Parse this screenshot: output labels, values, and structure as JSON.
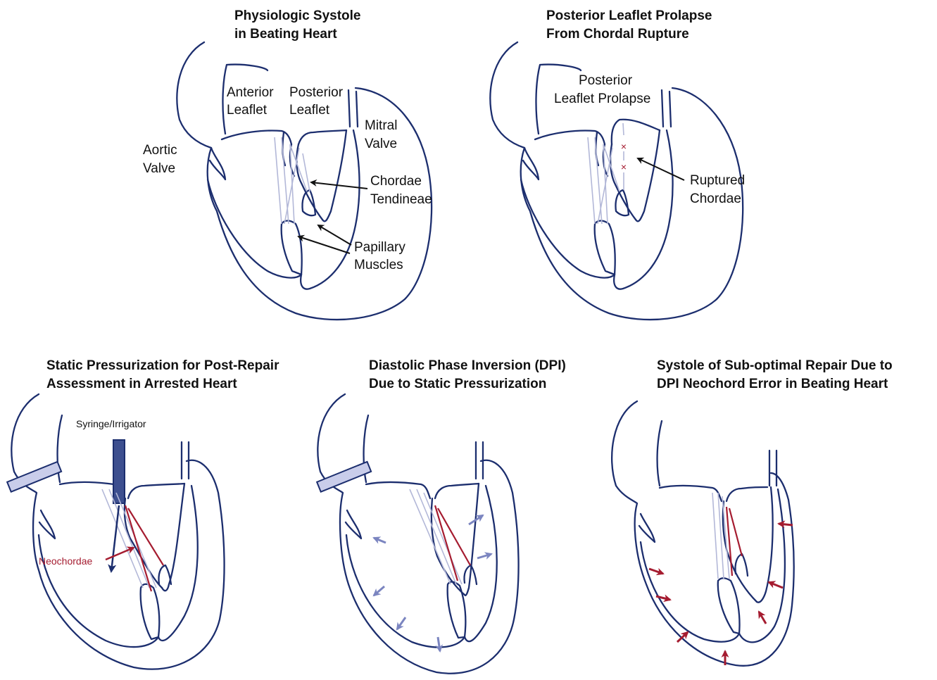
{
  "colors": {
    "outline": "#1c2e6e",
    "chordae": "#b3b8d8",
    "neochordae": "#a51c30",
    "pressure_arrow": "#7b85c0",
    "ring": "#c9cdea",
    "syringe": "#3d4f8f",
    "text": "#111111"
  },
  "panels": {
    "p1": {
      "title_line1": "Physiologic Systole",
      "title_line2": "in Beating Heart",
      "anterior_leaflet_1": "Anterior",
      "anterior_leaflet_2": "Leaflet",
      "posterior_leaflet_1": "Posterior",
      "posterior_leaflet_2": "Leaflet",
      "mitral_valve_1": "Mitral",
      "mitral_valve_2": "Valve",
      "aortic_valve_1": "Aortic",
      "aortic_valve_2": "Valve",
      "chordae_1": "Chordae",
      "chordae_2": "Tendineae",
      "papillary_1": "Papillary",
      "papillary_2": "Muscles"
    },
    "p2": {
      "title_line1": "Posterior Leaflet Prolapse",
      "title_line2": "From Chordal Rupture",
      "prolapse_1": "Posterior",
      "prolapse_2": "Leaflet Prolapse",
      "ruptured_1": "Ruptured",
      "ruptured_2": "Chordae",
      "rupture_mark": "×"
    },
    "p3": {
      "title_line1": "Static Pressurization for Post-Repair",
      "title_line2": "Assessment in Arrested Heart",
      "syringe_label": "Syringe/Irrigator",
      "neochordae_label": "Neochordae"
    },
    "p4": {
      "title_line1": "Diastolic Phase Inversion (DPI)",
      "title_line2": "Due to Static Pressurization"
    },
    "p5": {
      "title_line1": "Systole of Sub-optimal Repair Due to",
      "title_line2": "DPI Neochord Error in Beating Heart"
    }
  }
}
